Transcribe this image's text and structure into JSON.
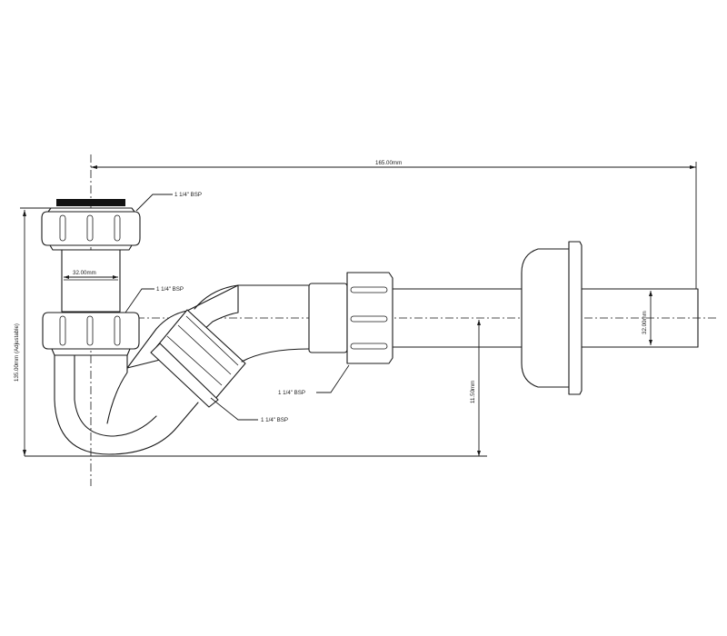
{
  "labels": {
    "inlet_thread": "1 1/4\" BSP",
    "union_thread": "1 1/4\" BSP",
    "outlet_thread": "1 1/4\" BSP",
    "access_thread": "1 1/4\" BSP"
  },
  "dimensions": {
    "overall_length": "165.00mm",
    "inlet_diameter": "32.00mm",
    "outlet_diameter": "32.00mm",
    "overall_height": "135.00mm (Adjustable)",
    "outlet_height": "11.50mm"
  },
  "colors": {
    "line": "#1a1a1a",
    "waste_cap": "#111111",
    "background": "#ffffff"
  }
}
